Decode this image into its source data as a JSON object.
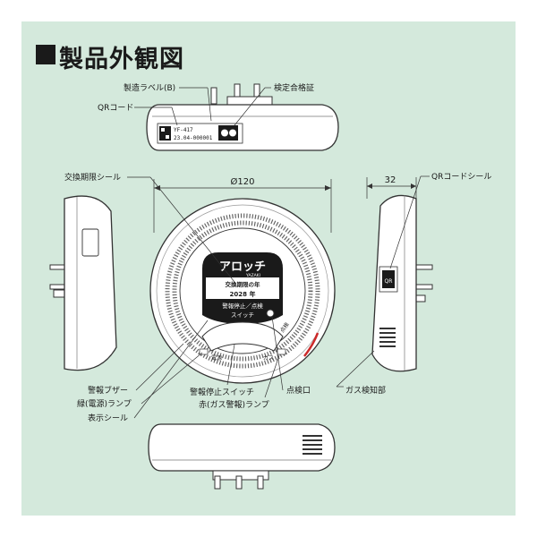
{
  "title": "製品外観図",
  "colors": {
    "background": "#d4e9dc",
    "device": "#ffffff",
    "outline": "#333333",
    "accent_red": "#cc2a2a"
  },
  "top_view": {
    "labels": {
      "manufacturing_label": "製造ラベル(B)",
      "inspection_mark": "検定合格証",
      "qr_code": "QRコード"
    },
    "model_text": "YF-417",
    "serial_text": "23.04-000001"
  },
  "front_view": {
    "dimension_diameter": "Ø120",
    "labels": {
      "replacement_sticker": "交換期限シール",
      "buzzer": "警報ブザー",
      "green_lamp": "緑(電源)ランプ",
      "display_sticker": "表示シール",
      "stop_switch": "警報停止スイッチ",
      "red_lamp": "赤(ガス警報)ランプ",
      "check_port": "点検口",
      "gas_detector": "ガス検知部"
    },
    "device_text": {
      "brand": "アロッチ",
      "brand_sub": "YAZAKI",
      "replacement_line": "交換期限の年",
      "year": "2028 年",
      "switch_line1": "警報停止／点検",
      "switch_line2": "スイッチ",
      "lamp_left": "電源",
      "lamp_right": "ガス",
      "check_mark": "点検"
    }
  },
  "side_view": {
    "dimension_depth": "32",
    "labels": {
      "qr_sticker": "QRコードシール"
    },
    "sticker_text": "QR"
  },
  "bottom_view": {}
}
